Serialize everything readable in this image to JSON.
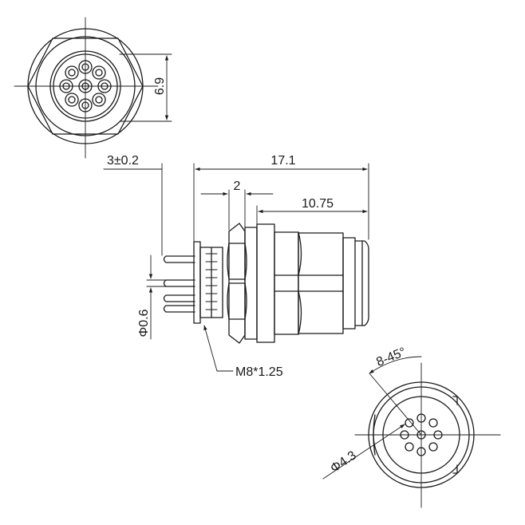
{
  "dimensions": {
    "top_height": "6.9",
    "pin_length": "3±0.2",
    "overall_length": "17.1",
    "gap": "2",
    "body_length": "10.75",
    "pin_diameter": "Φ0.6",
    "thread": "M8*1.25",
    "pin_count_angle": "8-45°",
    "pitch_circle": "Φ4.3"
  },
  "colors": {
    "line": "#1a1a1a",
    "background": "#ffffff"
  }
}
